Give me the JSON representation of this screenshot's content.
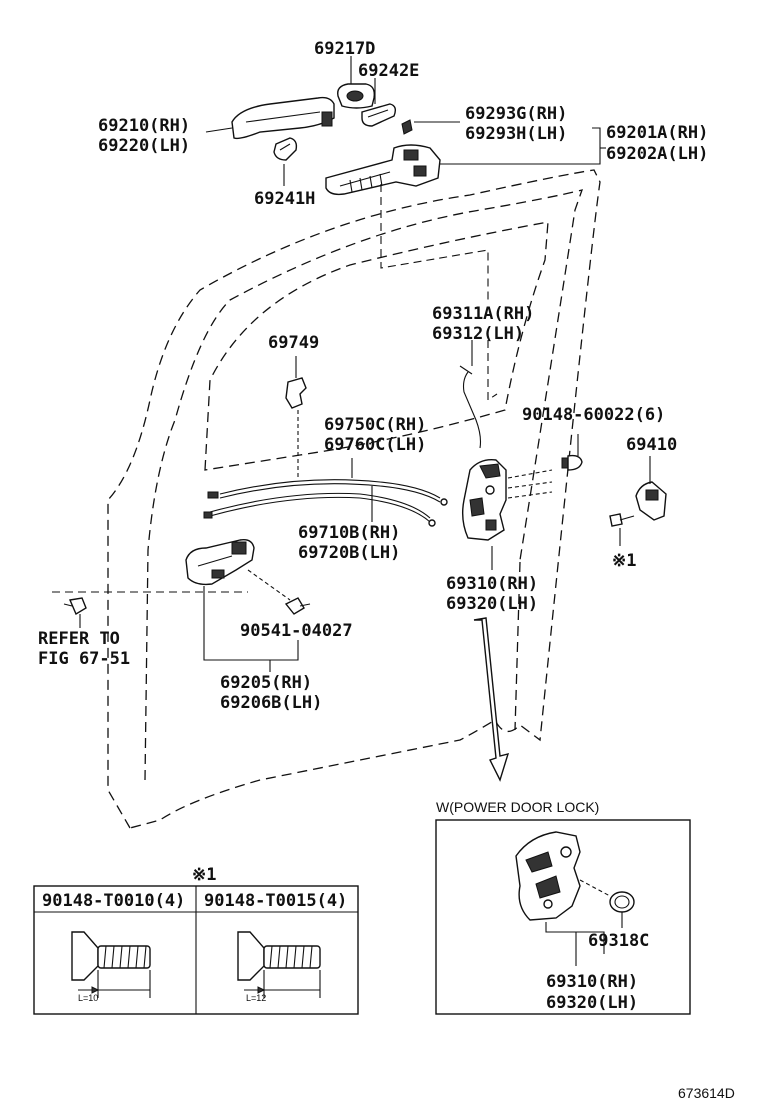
{
  "figure_id": "673614D",
  "labels": {
    "p69217D": "69217D",
    "p69242E": "69242E",
    "p69210": "69210(RH)",
    "p69220": "69220(LH)",
    "p69293G": "69293G(RH)",
    "p69293H": "69293H(LH)",
    "p69201A": "69201A(RH)",
    "p69202A": "69202A(LH)",
    "p69241H": "69241H",
    "p69311A": "69311A(RH)",
    "p69312": "69312(LH)",
    "p69749": "69749",
    "p69750C": "69750C(RH)",
    "p69760C": "69760C(LH)",
    "p90148_60022": "90148-60022(6)",
    "p69410": "69410",
    "note1_mark": "※1",
    "p69710B": "69710B(RH)",
    "p69720B": "69720B(LH)",
    "p69310_main": "69310(RH)",
    "p69320_main": "69320(LH)",
    "refer_line1": "REFER TO",
    "refer_line2": "FIG 67-51",
    "p90541": "90541-04027",
    "p69205": "69205(RH)",
    "p69206B": "69206B(LH)"
  },
  "inset_power_lock": {
    "title": "W(POWER DOOR LOCK)",
    "p69318C": "69318C",
    "p69310": "69310(RH)",
    "p69320": "69320(LH)"
  },
  "screw_table": {
    "note_mark": "※1",
    "col1_header": "90148-T0010(4)",
    "col2_header": "90148-T0015(4)",
    "col1_length": "L=10",
    "col2_length": "L=12"
  }
}
